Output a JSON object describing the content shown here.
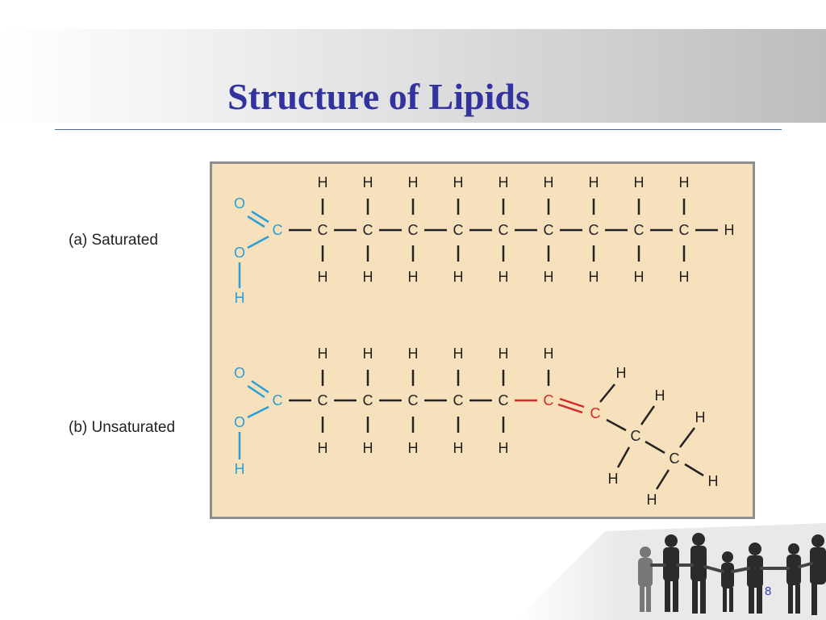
{
  "slide": {
    "title": "Structure of Lipids",
    "page_number": "8"
  },
  "diagram": {
    "labels": {
      "saturated": "(a) Saturated",
      "unsaturated": "(b) Unsaturated"
    },
    "atoms": {
      "carbon": "C",
      "hydrogen": "H",
      "oxygen": "O"
    },
    "colors": {
      "panel": "#f7e1bd",
      "panel_border": "#8e8e8e",
      "acid_group": "#2a9fd6",
      "double_bond": "#d62828",
      "bond": "#222222"
    }
  }
}
